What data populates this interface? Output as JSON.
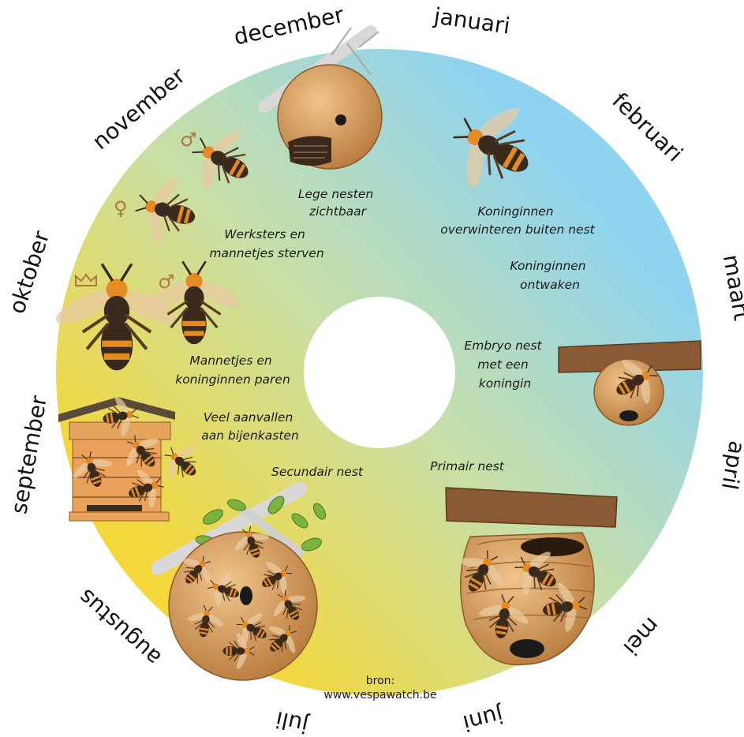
{
  "colors": {
    "ring_top_right": "#8fd3f0",
    "ring_bottom_left": "#f4d73a",
    "nest": "#d99f5f",
    "wasp_body": "#3a2a1e",
    "wasp_orange": "#e48b22",
    "symbol": "#b0763c"
  },
  "months": {
    "januari": "januari",
    "februari": "februari",
    "maart": "maart",
    "april": "april",
    "mei": "mei",
    "juni": "juni",
    "juli": "juli",
    "augustus": "augustus",
    "september": "september",
    "oktober": "oktober",
    "november": "november",
    "december": "december"
  },
  "captions": {
    "lege_nesten": [
      "Lege nesten",
      "zichtbaar"
    ],
    "overwinteren": [
      "Koninginnen",
      "overwinteren buiten nest"
    ],
    "ontwaken": [
      "Koninginnen",
      "ontwaken"
    ],
    "embryo": [
      "Embryo nest",
      "met een",
      "koningin"
    ],
    "primair": [
      "Primair nest"
    ],
    "secundair": [
      "Secundair nest"
    ],
    "aanvallen": [
      "Veel aanvallen",
      "aan bijenkasten"
    ],
    "paren": [
      "Mannetjes en",
      "koninginnen paren"
    ],
    "sterven": [
      "Werksters en",
      "mannetjes sterven"
    ]
  },
  "symbols": {
    "male": "♂",
    "female": "♀"
  },
  "icons": [
    "crown-icon",
    "male-symbol-icon",
    "female-symbol-icon",
    "hornet-icon",
    "nest-icon",
    "beehive-icon"
  ],
  "source": {
    "label": "bron:",
    "url": "www.vespawatch.be"
  }
}
